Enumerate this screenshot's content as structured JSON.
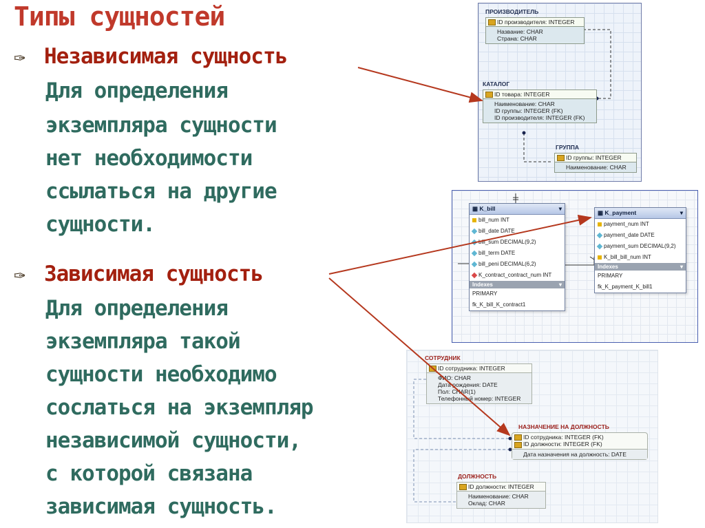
{
  "slide": {
    "title": "Типы сущностей",
    "bullet_icon": "pen-nib-icon",
    "independent": {
      "heading": "Независимая сущность",
      "lines": [
        "Для определения",
        "экземпляра сущности",
        "нет необходимости",
        "ссылаться на другие",
        "сущности."
      ]
    },
    "dependent": {
      "heading": "Зависимая сущность",
      "lines": [
        "Для определения",
        "экземпляра такой",
        "сущности необходимо",
        "сослаться на экземпляр",
        "независимой сущности,",
        "с которой связана",
        "зависимая сущность."
      ]
    }
  },
  "diagram1": {
    "manufacturer": {
      "title": "ПРОИЗВОДИТЕЛЬ",
      "pk": "ID производителя: INTEGER",
      "attrs": [
        "Название: CHAR",
        "Страна: CHAR"
      ]
    },
    "catalog": {
      "title": "КАТАЛОГ",
      "pk": "ID товара: INTEGER",
      "attrs": [
        "Наименование: CHAR",
        "ID группы: INTEGER (FK)",
        "ID производителя: INTEGER (FK)"
      ]
    },
    "group": {
      "title": "ГРУППА",
      "pk": "ID группы: INTEGER",
      "attrs": [
        "Наименование: CHAR"
      ]
    }
  },
  "diagram2": {
    "bill": {
      "title": "K_bill",
      "columns": [
        "bill_num INT",
        "bill_date DATE",
        "bill_sum DECIMAL(9,2)",
        "bill_term DATE",
        "bill_peni DECIMAL(6,2)",
        "K_contract_contract_num INT"
      ],
      "indexes_label": "Indexes",
      "indexes": [
        "PRIMARY",
        "fk_K_bill_K_contract1"
      ]
    },
    "payment": {
      "title": "K_payment",
      "columns": [
        "payment_num INT",
        "payment_date DATE",
        "payment_sum DECIMAL(9,2)",
        "K_bill_bill_num INT"
      ],
      "indexes_label": "Indexes",
      "indexes": [
        "PRIMARY",
        "fk_K_payment_K_bill1"
      ]
    }
  },
  "diagram3": {
    "employee": {
      "title": "СОТРУДНИК",
      "pk": "ID сотрудника: INTEGER",
      "attrs": [
        "ФИО: CHAR",
        "Дата рождения: DATE",
        "Пол: CHAR(1)",
        "Телефонный номер: INTEGER"
      ]
    },
    "assignment": {
      "title": "НАЗНАЧЕНИЕ НА ДОЛЖНОСТЬ",
      "pk": [
        "ID сотрудника: INTEGER (FK)",
        "ID должности: INTEGER (FK)"
      ],
      "attrs": [
        "Дата назначения на должность: DATE"
      ]
    },
    "position": {
      "title": "ДОЛЖНОСТЬ",
      "pk": "ID должности: INTEGER",
      "attrs": [
        "Наименование: CHAR",
        "Оклад: CHAR"
      ]
    }
  },
  "colors": {
    "title": "#c0392b",
    "heading": "#a3200f",
    "body": "#2f6b5f",
    "arrow": "#b5381e"
  }
}
